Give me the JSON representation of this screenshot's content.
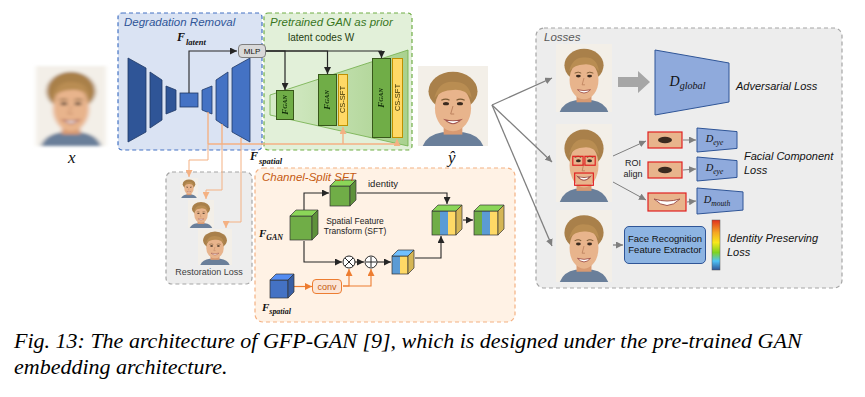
{
  "diagram": {
    "caption": "Fig. 13: The architecture of GFP-GAN [9], which is designed under the pre-trained GAN embedding architecture.",
    "nodes": [
      {
        "text": [
          "Degradation Removal"
        ]
      },
      {
        "text": [
          "MLP"
        ]
      },
      {
        "text": [
          "Pretrained GAN as prior"
        ]
      },
      {
        "text": [
          "F",
          "GAN"
        ],
        "in": 2
      },
      {
        "text": [
          "F",
          "GAN"
        ],
        "in": 2
      },
      {
        "text": [
          "CS-SFT"
        ],
        "in": 2
      },
      {
        "text": [
          "F",
          "GAN"
        ],
        "in": 2
      },
      {
        "text": [
          "CS-SFT"
        ],
        "in": 2
      },
      {
        "text": [
          "Restoration Loss"
        ]
      },
      {
        "text": [
          "Channel-Split SFT"
        ]
      },
      {
        "text": [
          "F",
          "GAN"
        ],
        "in": 9
      },
      {
        "text": [
          "F",
          "spatial"
        ],
        "in": 9
      },
      {
        "text": [
          "conv"
        ],
        "in": 9
      },
      {
        "text": [
          "Losses"
        ]
      },
      {
        "text": [
          "D",
          "global"
        ],
        "in": 13
      },
      {
        "text": [
          "D",
          "eye"
        ],
        "in": 13
      },
      {
        "text": [
          "D",
          "eye"
        ],
        "in": 13
      },
      {
        "text": [
          "D",
          "mouth"
        ],
        "in": 13
      },
      {
        "text": [
          "Face Recognition Feature Extractor"
        ],
        "in": 13
      }
    ],
    "edges": [
      {
        "from": 1,
        "to": 3,
        "arrow": "to"
      },
      {
        "from": 1,
        "to": 4,
        "arrow": "to"
      },
      {
        "from": 1,
        "to": 6,
        "arrow": "to"
      },
      {
        "from": 11,
        "to": 12,
        "arrow": "to"
      }
    ],
    "labels": [
      "x",
      "F",
      "latent",
      "latent codes W",
      "ŷ",
      "F",
      "spatial",
      "identity",
      "Spatial Feature Transform (SFT)",
      "Adversarial Loss",
      "ROI align",
      "Facial Component Loss",
      "Identity Preserving Loss"
    ]
  }
}
